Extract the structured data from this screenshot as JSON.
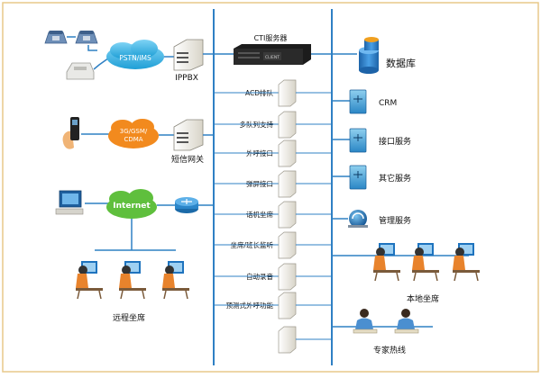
{
  "colors": {
    "frame": "#e8c98a",
    "bus": "#2f80c4",
    "cloud_fill": "#29b4e8",
    "cloud_text": "#ffffff",
    "cloud_orange": "#f28a1e",
    "cloud_green": "#5fbf3d",
    "server_body": "#f1efe9",
    "server_dark": "#1c1c1c",
    "db_blue": "#2b7fc9",
    "db_top": "#f0a020",
    "desk_blue": "#1e73be",
    "person_orange": "#e8832c"
  },
  "clouds": {
    "pstn": "PSTN/IMS",
    "gsm_line1": "3G/GSM/",
    "gsm_line2": "CDMA",
    "internet": "Internet"
  },
  "left_devices": {
    "ippbx": "IPPBX",
    "sms_gateway": "短信网关",
    "remote_seats": "远程坐席"
  },
  "cti": {
    "label": "CTI服务器",
    "brand": "CLIENT"
  },
  "modules": [
    "ACD排队",
    "多队列支持",
    "外呼接口",
    "弹屏接口",
    "话机坐席",
    "坐席/班长监听",
    "自动录音",
    "预测式外呼功能"
  ],
  "right_services": {
    "database": "数据库",
    "crm": "CRM",
    "interface": "接口服务",
    "other": "其它服务",
    "management": "管理服务",
    "local_seats": "本地坐席",
    "expert_hotline": "专家热线"
  }
}
